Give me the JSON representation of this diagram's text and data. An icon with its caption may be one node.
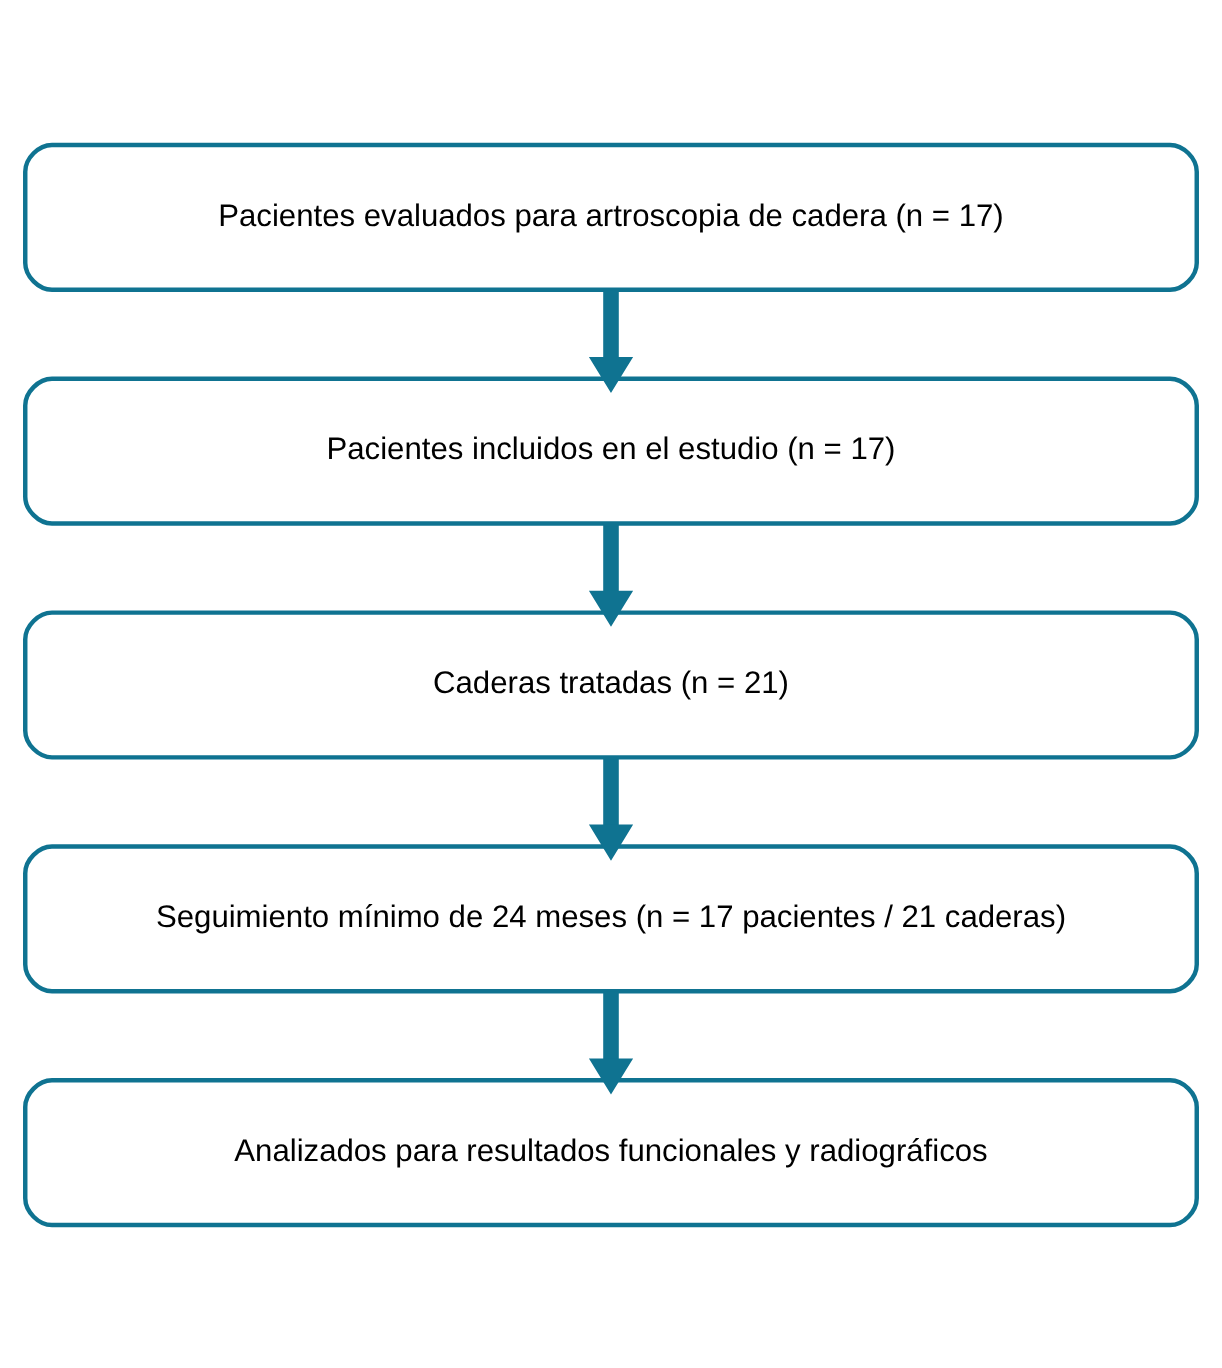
{
  "diagram": {
    "nodes": [
      {
        "text": [
          "Pacientes evaluados para artroscopia de cadera (n = 17)"
        ]
      },
      {
        "text": [
          "Pacientes incluidos en el estudio (n = 17)"
        ]
      },
      {
        "text": [
          "Caderas tratadas (n = 21)"
        ]
      },
      {
        "text": [
          "Seguimiento mínimo de 24 meses (n = 17 pacientes / 21 caderas)"
        ]
      },
      {
        "text": [
          "Analizados para resultados funcionales y radiográficos"
        ]
      }
    ],
    "edges": [
      {
        "from": 0,
        "to": 1,
        "arrow": "to"
      },
      {
        "from": 1,
        "to": 2,
        "arrow": "to"
      },
      {
        "from": 2,
        "to": 3,
        "arrow": "to"
      },
      {
        "from": 3,
        "to": 4,
        "arrow": "to"
      }
    ]
  }
}
